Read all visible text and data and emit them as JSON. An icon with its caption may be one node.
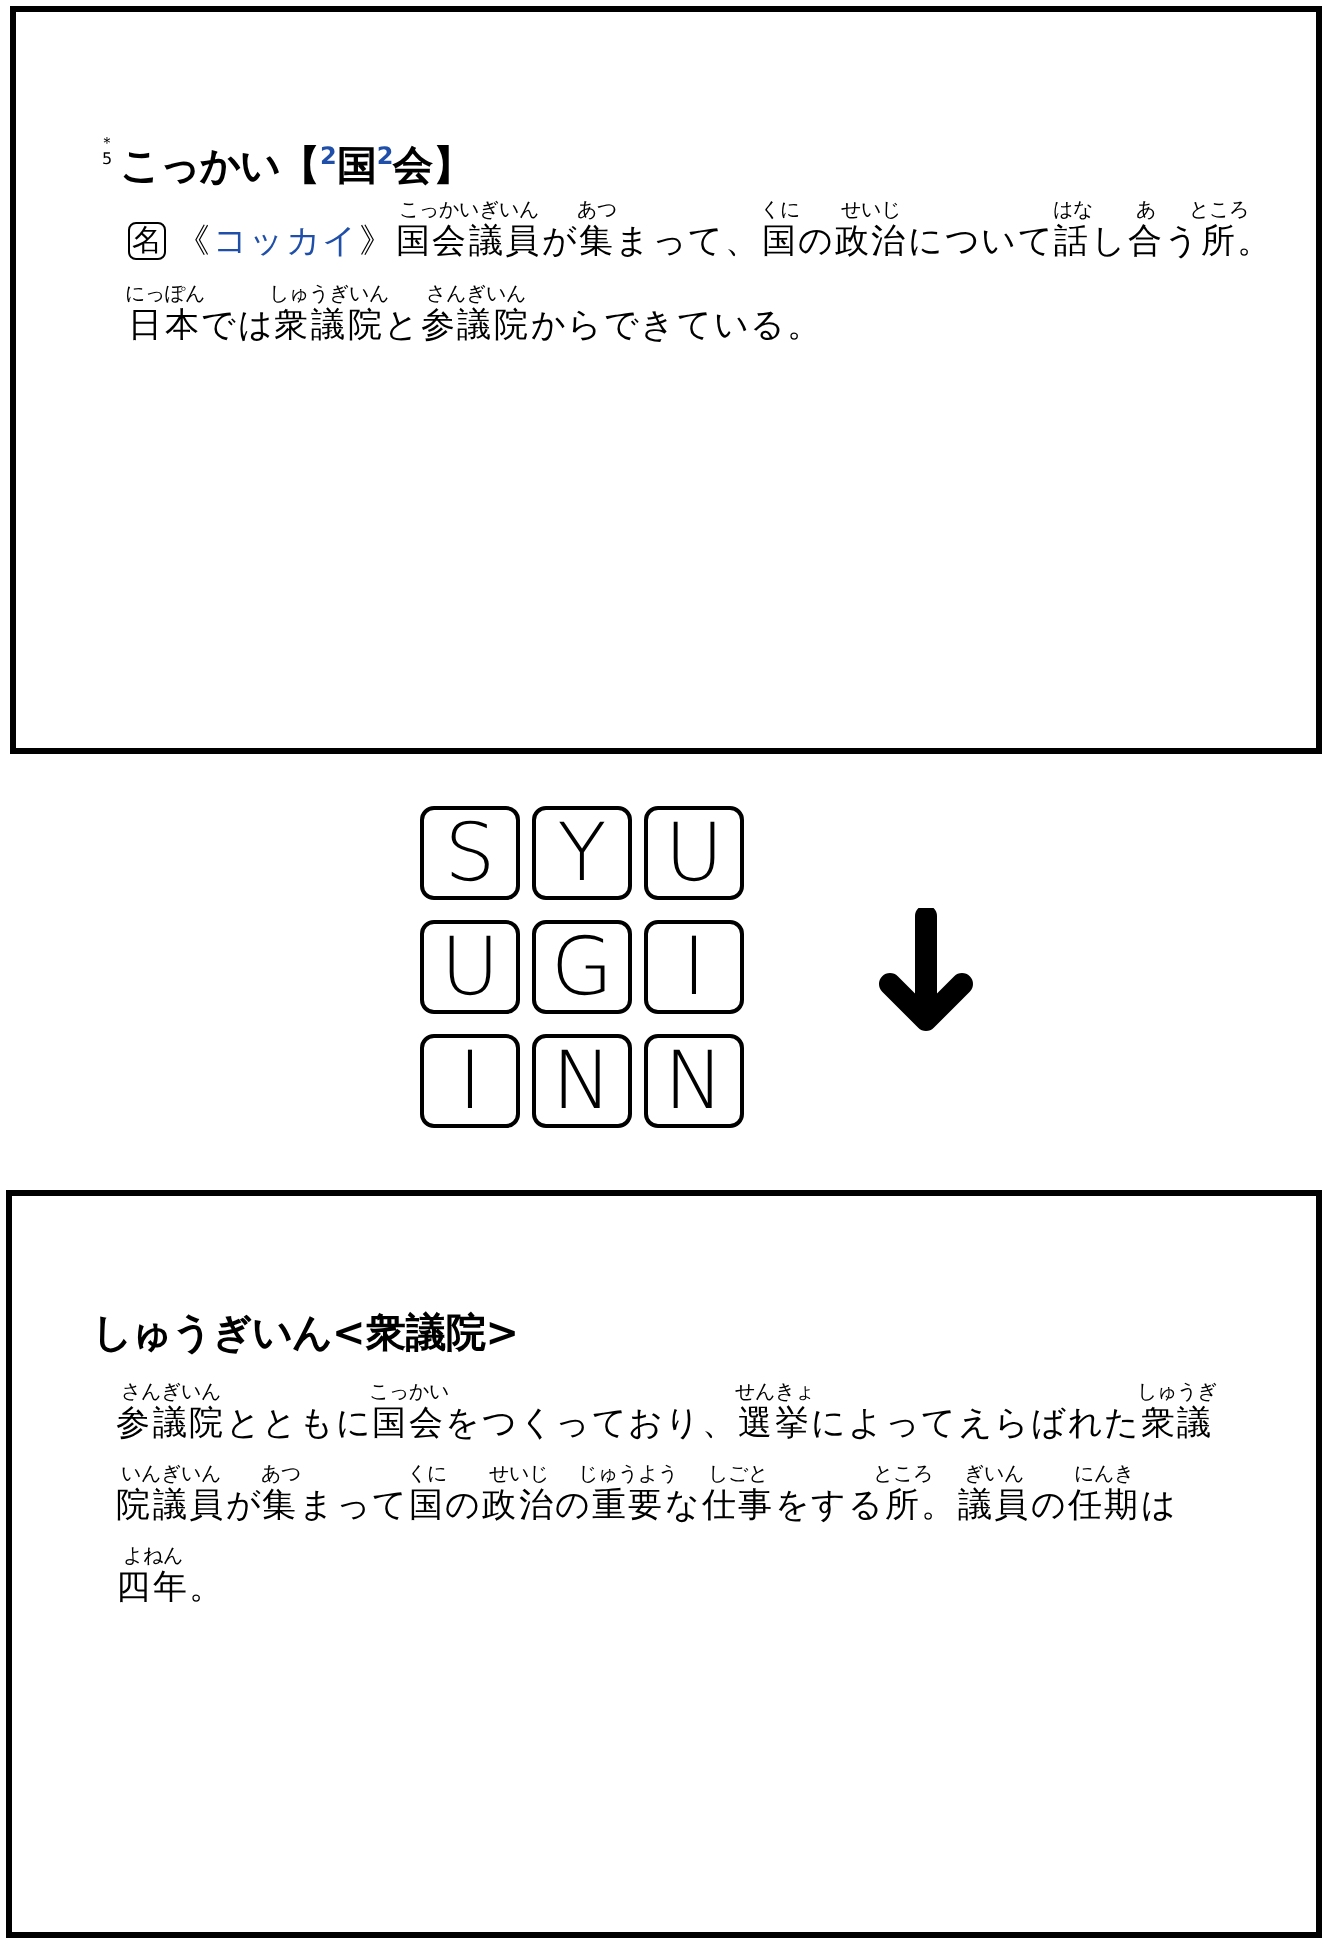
{
  "diagram": {
    "nodes": [
      {
        "text": [
          "こっかい【$^{2}$国$^{2}$会】",
          "名",
          "《コッカイ》国会議員が集まって、国の政治について話し合う所。",
          "日本では衆議院と参議院からできている。"
        ]
      },
      {
        "text": [
          "S"
        ]
      },
      {
        "text": [
          "Y"
        ]
      },
      {
        "text": [
          "U"
        ]
      },
      {
        "text": [
          "U"
        ]
      },
      {
        "text": [
          "G"
        ]
      },
      {
        "text": [
          "I"
        ]
      },
      {
        "text": [
          "I"
        ]
      },
      {
        "text": [
          "N"
        ]
      },
      {
        "text": [
          "N"
        ]
      },
      {
        "text": [
          "しゅうぎいん<衆議院>",
          "参議院とともに国会をつくっており、選挙によってえらばれた衆議院議員が集まって国の政治の重要な仕事をする所。議員の任期は四年。"
        ]
      }
    ],
    "labels": [
      "＊5",
      "こっかいぎいん",
      "あつ",
      "くに",
      "せいじ",
      "はな",
      "あ",
      "ところ",
      "にっぽん",
      "しゅうぎいん",
      "さんぎいん",
      "さんぎいん",
      "こっかい",
      "せんきょ",
      "しゅうぎ",
      "いんぎいん",
      "あつ",
      "くに",
      "せいじ",
      "じゅうよう",
      "しごと",
      "ところ",
      "ぎいん",
      "にんき",
      "よねん"
    ]
  }
}
